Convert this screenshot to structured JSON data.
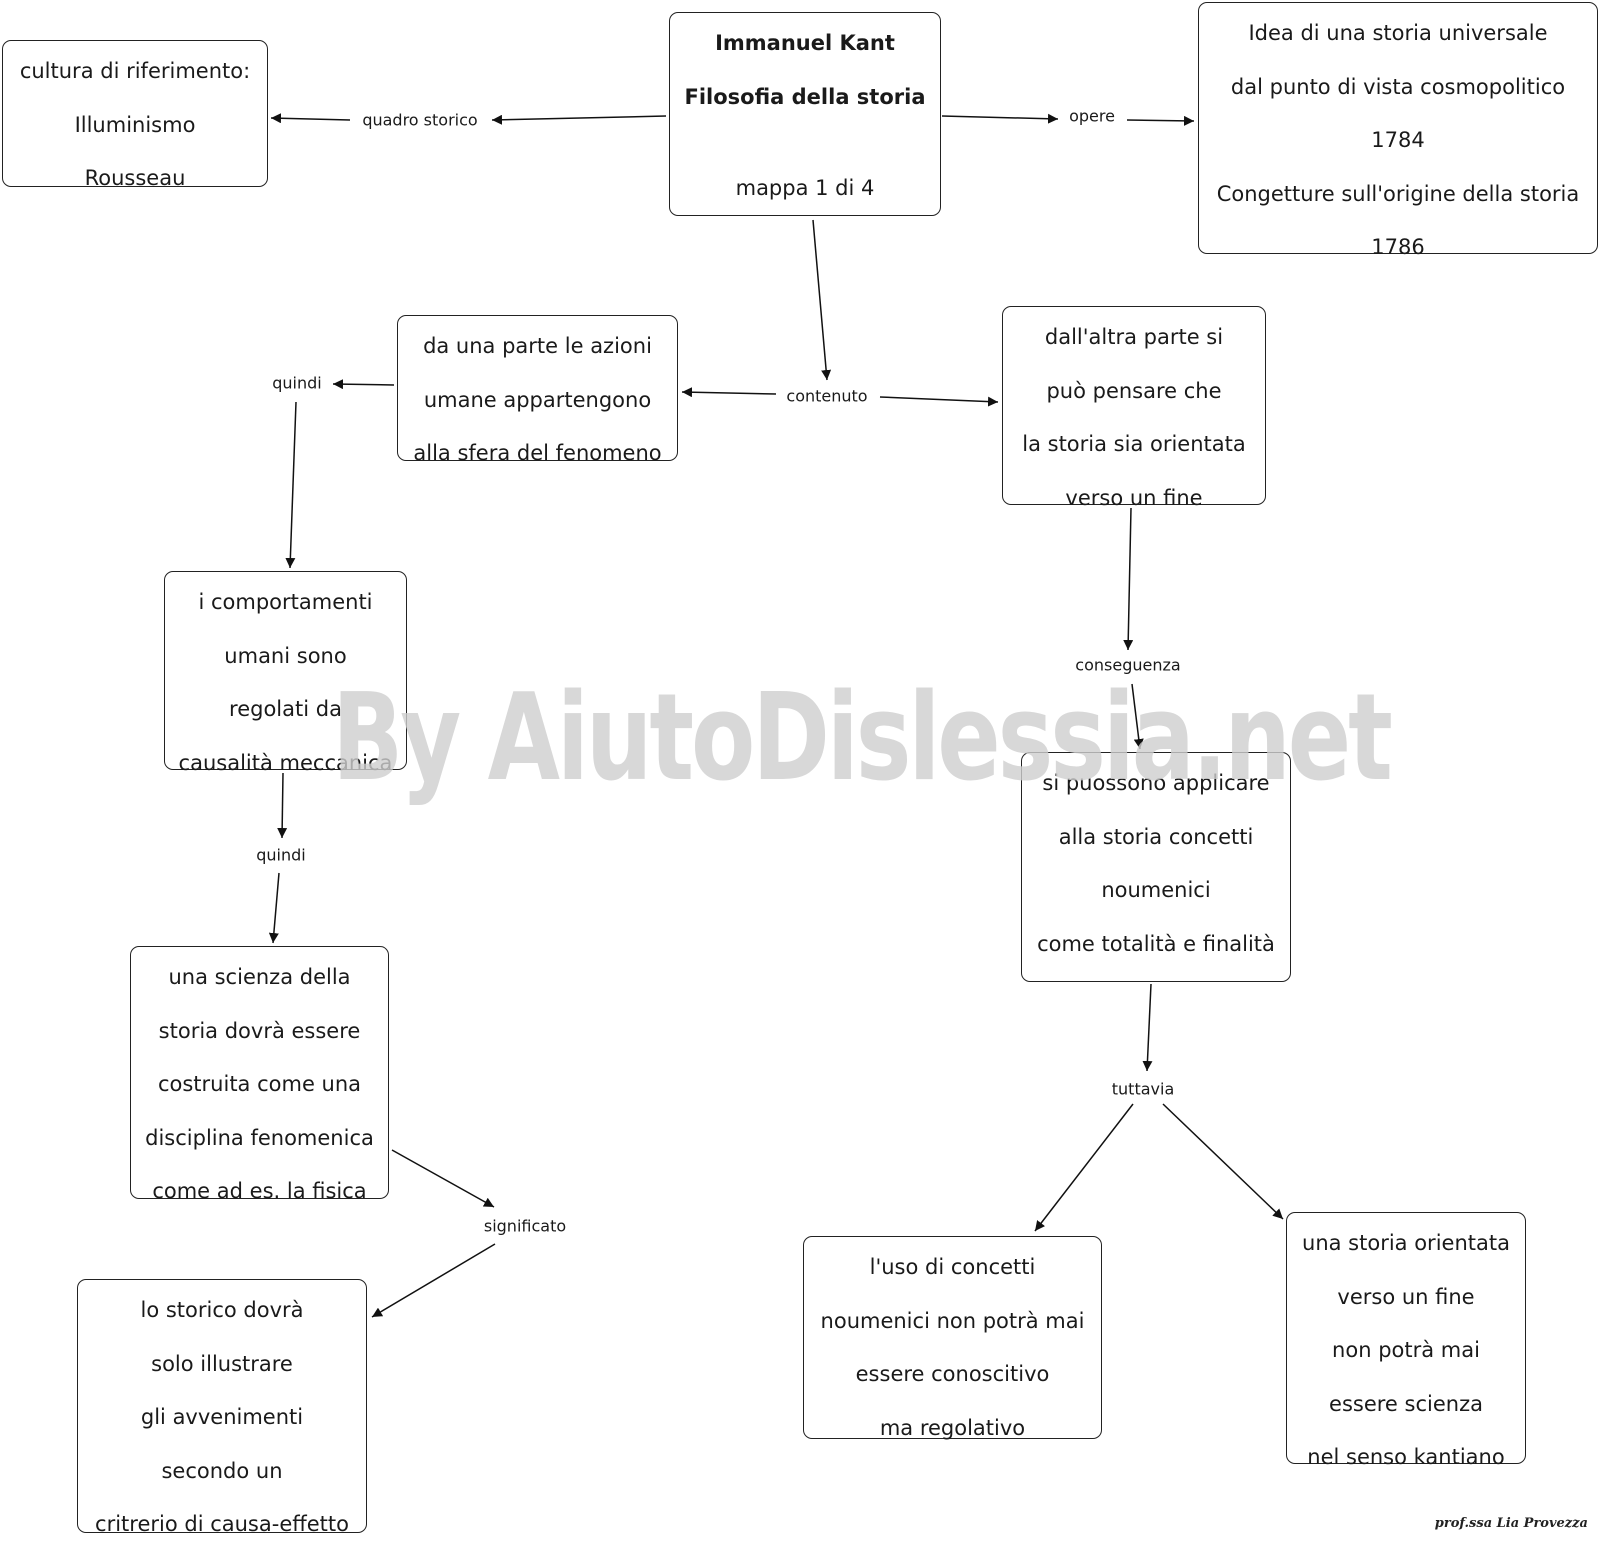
{
  "nodes": {
    "main": {
      "line1": "Immanuel Kant",
      "line2": "Filosofia della storia",
      "line4": "mappa 1 di 4"
    },
    "cultura": {
      "lines": [
        "cultura di riferimento:",
        "Illuminismo",
        "Rousseau"
      ]
    },
    "opere": {
      "lines": [
        "Idea di una storia universale",
        "dal punto di vista cosmopolitico",
        "1784",
        "Congetture sull'origine della storia",
        "1786"
      ]
    },
    "azioni": {
      "lines": [
        "da una parte le azioni",
        "umane appartengono",
        "alla sfera del fenomeno"
      ]
    },
    "altra_parte": {
      "lines": [
        "dall'altra parte si",
        "può pensare che",
        "la storia sia orientata",
        "verso un fine"
      ]
    },
    "comportamenti": {
      "lines": [
        "i comportamenti",
        "umani sono",
        "regolati da",
        "causalità meccanica"
      ]
    },
    "applicare": {
      "lines": [
        "si puossono applicare",
        "alla storia concetti",
        "noumenici",
        "come totalità e finalità"
      ]
    },
    "scienza": {
      "lines": [
        "una scienza della",
        "storia dovrà essere",
        "costruita come una",
        "disciplina fenomenica",
        "come ad es. la fisica"
      ]
    },
    "storico": {
      "lines": [
        "lo storico dovrà",
        "solo illustrare",
        "gli avvenimenti",
        "secondo un",
        "critrerio di causa-effetto"
      ]
    },
    "uso": {
      "lines": [
        "l'uso di concetti",
        "noumenici non potrà mai",
        "essere conoscitivo",
        "ma regolativo"
      ]
    },
    "orientata": {
      "lines": [
        "una storia orientata",
        "verso un fine",
        "non potrà mai",
        "essere scienza",
        "nel senso kantiano"
      ]
    }
  },
  "labels": {
    "quadro_storico": "quadro storico",
    "opere": "opere",
    "contenuto": "contenuto",
    "quindi_1": "quindi",
    "quindi_2": "quindi",
    "conseguenza": "conseguenza",
    "significato": "significato",
    "tuttavia": "tuttavia"
  },
  "watermark": "By AiutoDislessia.net",
  "signature": "prof.ssa Lia Provezza"
}
